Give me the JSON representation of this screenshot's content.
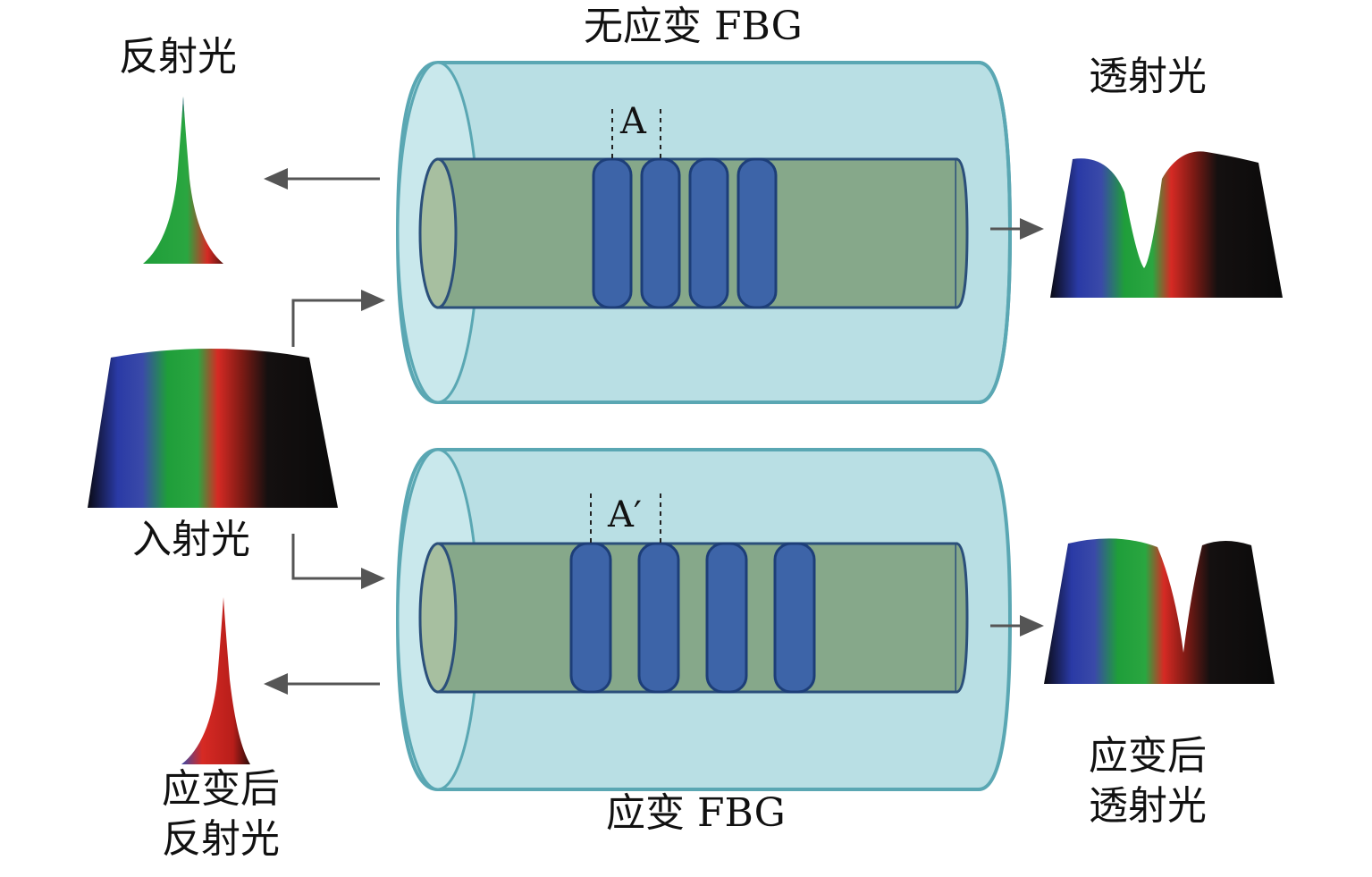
{
  "labels": {
    "top_fbg": "无应变 FBG",
    "bottom_fbg": "应变 FBG",
    "reflected": "反射光",
    "transmitted": "透射光",
    "incident": "入射光",
    "strained_reflected_line1": "应变后",
    "strained_reflected_line2": "反射光",
    "strained_transmitted_line1": "应变后",
    "strained_transmitted_line2": "透射光",
    "period_a": "A",
    "period_a_prime": "A′"
  },
  "colors": {
    "cladding_fill": "#b9dfe4",
    "cladding_stroke": "#5aa7b3",
    "core_fill": "#86a88a",
    "core_stroke": "#2b4f7a",
    "grating_fill": "#3d64a8",
    "grating_stroke": "#1d3e78",
    "arrow": "#555555",
    "spectrum_blue": "#2a3aa6",
    "spectrum_green": "#1f9e3a",
    "spectrum_red": "#d62a24",
    "spectrum_dark": "#0f0f0f"
  },
  "gratings": {
    "unstrained_count": 4,
    "strained_count": 4
  }
}
